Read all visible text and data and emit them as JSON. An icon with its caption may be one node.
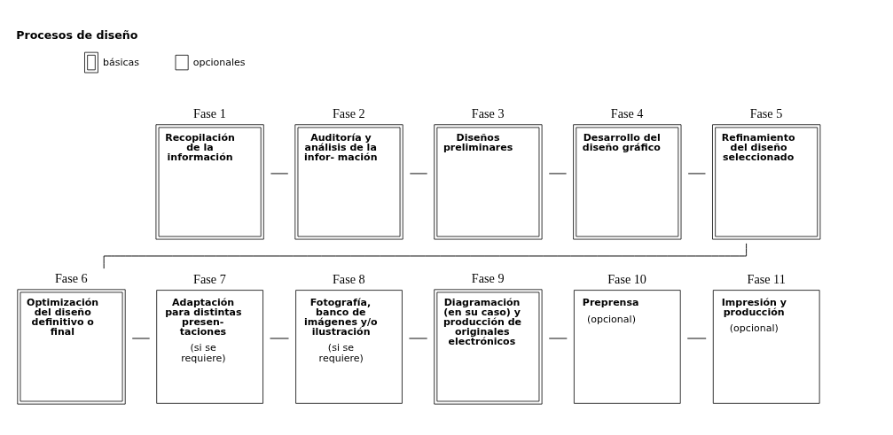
{
  "diagram": {
    "title": "Procesos de diseño",
    "nodes": [
      {
        "text": [
          "Fase 1",
          "Recopilación de la información"
        ]
      },
      {
        "text": [
          "Fase 2",
          "Auditoría y análisis de la infor- mación"
        ]
      },
      {
        "text": [
          "Fase 3",
          "Diseños preliminares"
        ]
      },
      {
        "text": [
          "Fase 4",
          "Desarrollo del diseño gráfico"
        ]
      },
      {
        "text": [
          "Fase 5",
          "Refinamiento del diseño seleccionado"
        ]
      },
      {
        "text": [
          "Fase 6",
          "Optimización del diseño definitivo o final"
        ]
      },
      {
        "text": [
          "Fase 7",
          "Adaptación para distintas presen- taciones",
          "(si se requiere)"
        ]
      },
      {
        "text": [
          "Fase 8",
          "Fotografía, banco de imágenes y/o ilustración",
          "(si se requiere)"
        ]
      },
      {
        "text": [
          "Fase 9",
          "Diagramación (en su caso) y producción de originales electrónicos"
        ]
      },
      {
        "text": [
          "Fase 10",
          "Preprensa",
          "(opcional)"
        ]
      },
      {
        "text": [
          "Fase 11",
          "Impresión y producción",
          "(opcional)"
        ]
      }
    ],
    "edges": [
      {
        "from": 0,
        "to": 1,
        "arrow": "none"
      },
      {
        "from": 1,
        "to": 2,
        "arrow": "none"
      },
      {
        "from": 2,
        "to": 3,
        "arrow": "none"
      },
      {
        "from": 3,
        "to": 4,
        "arrow": "none"
      },
      {
        "from": 4,
        "to": 5,
        "arrow": "none"
      },
      {
        "from": 5,
        "to": 6,
        "arrow": "none"
      },
      {
        "from": 6,
        "to": 7,
        "arrow": "none"
      },
      {
        "from": 7,
        "to": 8,
        "arrow": "none"
      },
      {
        "from": 8,
        "to": 9,
        "arrow": "none"
      },
      {
        "from": 9,
        "to": 10,
        "arrow": "none"
      }
    ],
    "legend": [
      {
        "text": "básicas"
      },
      {
        "text": "opcionales"
      }
    ]
  }
}
